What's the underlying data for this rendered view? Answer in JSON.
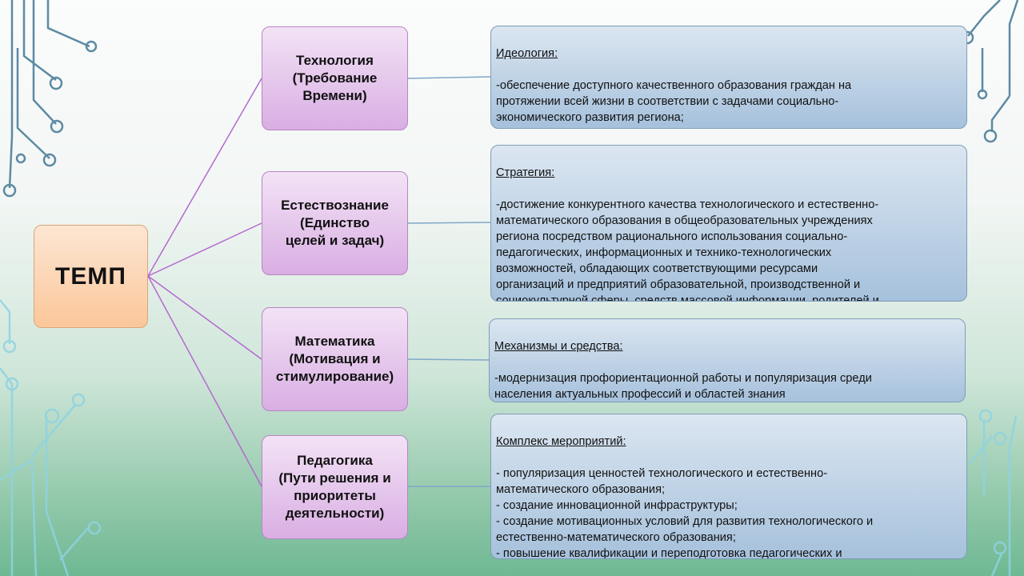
{
  "root": {
    "label": "ТЕМП"
  },
  "categories": [
    {
      "label": "Технология\n(Требование\nВремени)"
    },
    {
      "label": "Естествознание\n(Единство\nцелей и задач)"
    },
    {
      "label": "Математика\n(Мотивация и\nстимулирование)"
    },
    {
      "label": "Педагогика\n(Пути решения и\nприоритеты\nдеятельности)"
    }
  ],
  "descriptions": [
    {
      "heading": "Идеология:",
      "text": "-обеспечение  доступного качественного образования  граждан  на\nпротяжении  всей жизни в соответствии с задачами социально-\nэкономического  развития региона;\n- обеспечение  нового качества образования  для создания кадрового\nресурса экономики  региона"
    },
    {
      "heading": "Стратегия:",
      "text": "-достижение  конкурентного  качества технологического  и естественно-\nматематического  образования  в общеобразовательных  учреждениях\nрегиона посредством рационального  использования  социально-\nпедагогических,  информационных  и технико-технологических\nвозможностей,  обладающих  соответствующими ресурсами\nорганизаций  и предприятий  образовательной,  производственной  и\nсоциокультурной  сферы, средств массовой информации,  родителей  и\nдругих  заинтересованных  лиц и структур"
    },
    {
      "heading": "Механизмы  и средства:",
      "text": "-модернизация  профориентационной  работы и популяризация  среди\nнаселения  актуальных  профессий  и областей  знания"
    },
    {
      "heading": "Комплекс  мероприятий:",
      "text": "- популяризация ценностей технологического  и естественно-\nматематического  образования;\n- создание инновационной  инфраструктуры;\n- создание мотивационных  условий для развития технологического  и\nестественно-математического  образования;\n- повышение  квалификации  и переподготовка  педагогических  и\nруководящих  работников  системы образования"
    }
  ],
  "colors": {
    "root_fill": "#fbc79a",
    "category_fill": "#d9aee3",
    "description_fill": "#a6c1dc",
    "branch_lines": "#b469d0",
    "connector_lines": "#7fa7c9",
    "circuit_decor": "#6b93ad"
  }
}
